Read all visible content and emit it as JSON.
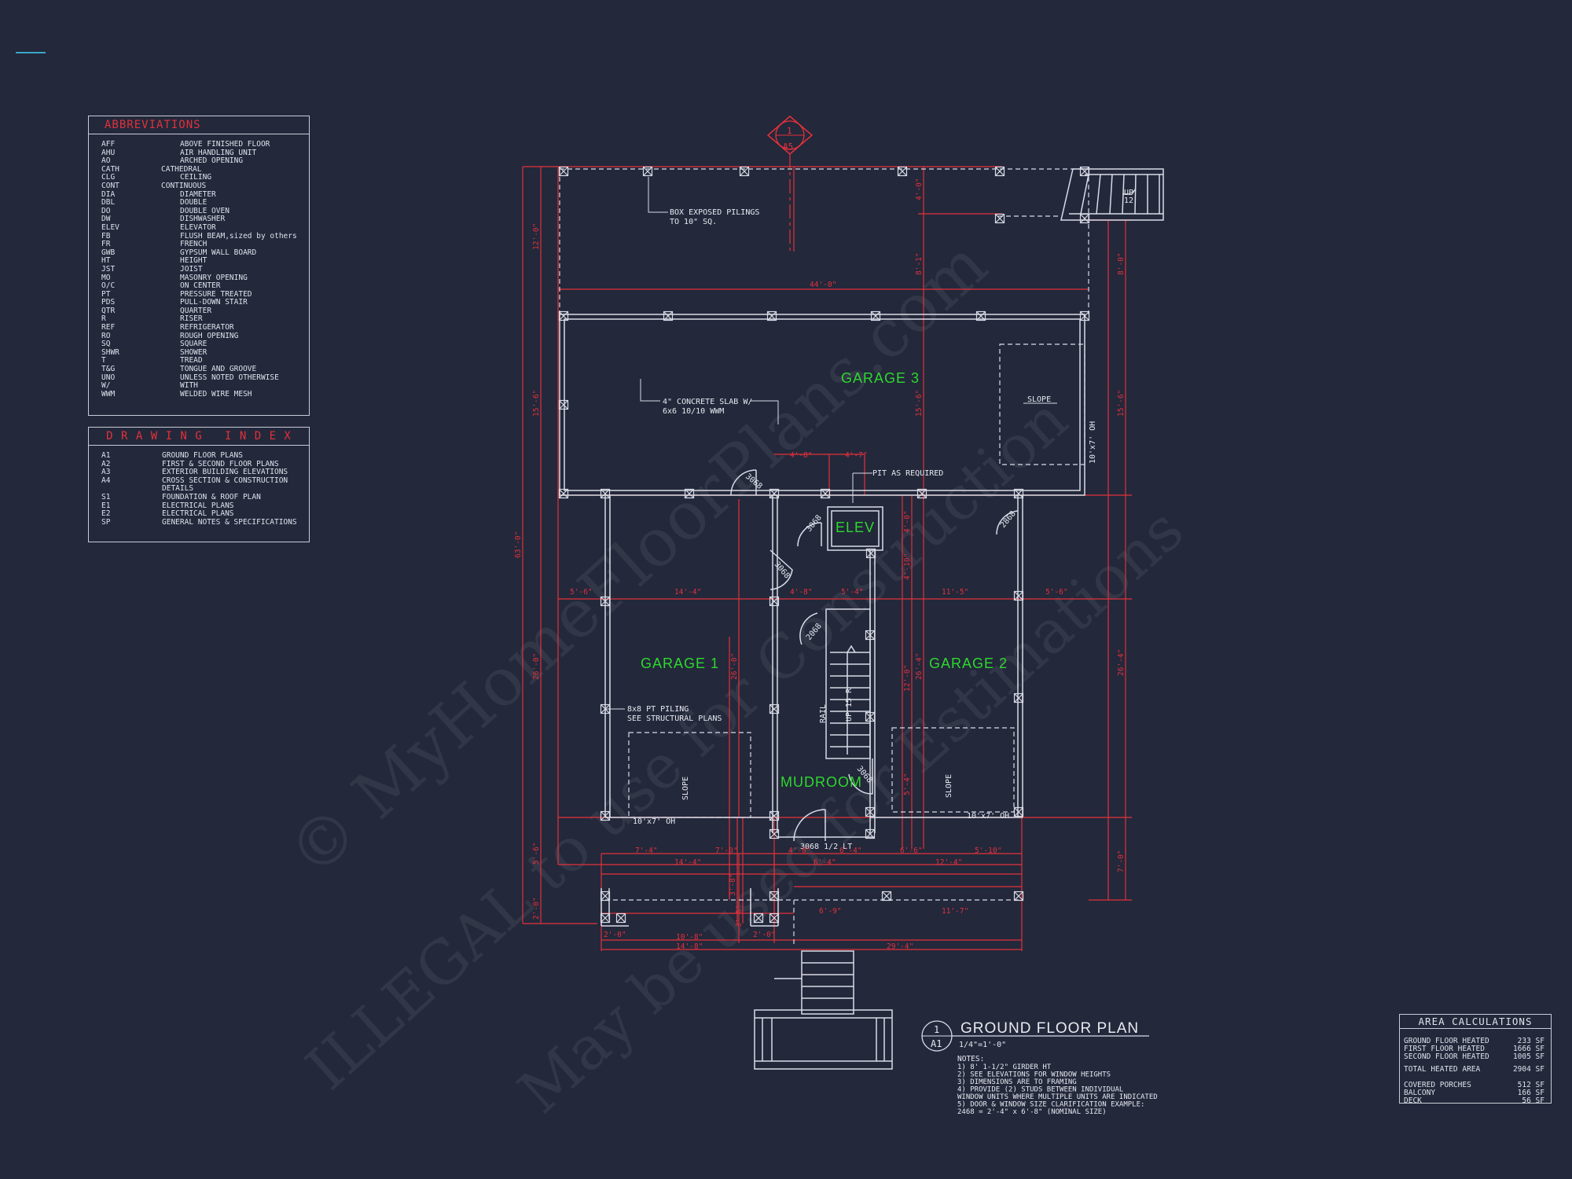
{
  "abbreviations": {
    "title": "ABBREVIATIONS",
    "items": [
      {
        "abbr": "AFF",
        "meaning": "ABOVE FINISHED FLOOR"
      },
      {
        "abbr": "AHU",
        "meaning": "AIR HANDLING UNIT"
      },
      {
        "abbr": "AO",
        "meaning": "ARCHED OPENING"
      },
      {
        "abbr": "CATH",
        "meaning": "CATHEDRAL"
      },
      {
        "abbr": "CLG",
        "meaning": "CEILING"
      },
      {
        "abbr": "CONT",
        "meaning": "CONTINUOUS"
      },
      {
        "abbr": "DIA",
        "meaning": "DIAMETER"
      },
      {
        "abbr": "DBL",
        "meaning": "DOUBLE"
      },
      {
        "abbr": "DO",
        "meaning": "DOUBLE OVEN"
      },
      {
        "abbr": "DW",
        "meaning": "DISHWASHER"
      },
      {
        "abbr": "ELEV",
        "meaning": "ELEVATOR"
      },
      {
        "abbr": "FB",
        "meaning": "FLUSH BEAM,sized by others"
      },
      {
        "abbr": "FR",
        "meaning": "FRENCH"
      },
      {
        "abbr": "GWB",
        "meaning": "GYPSUM WALL BOARD"
      },
      {
        "abbr": "HT",
        "meaning": "HEIGHT"
      },
      {
        "abbr": "JST",
        "meaning": "JOIST"
      },
      {
        "abbr": "MO",
        "meaning": "MASONRY OPENING"
      },
      {
        "abbr": "O/C",
        "meaning": "ON CENTER"
      },
      {
        "abbr": "PT",
        "meaning": "PRESSURE TREATED"
      },
      {
        "abbr": "PDS",
        "meaning": "PULL-DOWN STAIR"
      },
      {
        "abbr": "QTR",
        "meaning": "QUARTER"
      },
      {
        "abbr": "R",
        "meaning": "RISER"
      },
      {
        "abbr": "REF",
        "meaning": "REFRIGERATOR"
      },
      {
        "abbr": "RO",
        "meaning": "ROUGH OPENING"
      },
      {
        "abbr": "SQ",
        "meaning": "SQUARE"
      },
      {
        "abbr": "SHWR",
        "meaning": "SHOWER"
      },
      {
        "abbr": "T",
        "meaning": "TREAD"
      },
      {
        "abbr": "T&G",
        "meaning": "TONGUE AND GROOVE"
      },
      {
        "abbr": "UNO",
        "meaning": "UNLESS NOTED OTHERWISE"
      },
      {
        "abbr": "W/",
        "meaning": "WITH"
      },
      {
        "abbr": "WWM",
        "meaning": "WELDED WIRE MESH"
      }
    ]
  },
  "drawing_index": {
    "title": "D R A W I N G   I N D E X",
    "items": [
      {
        "code": "A1",
        "name": "GROUND FLOOR PLANS"
      },
      {
        "code": "A2",
        "name": "FIRST & SECOND FLOOR PLANS"
      },
      {
        "code": "A3",
        "name": "EXTERIOR BUILDING ELEVATIONS"
      },
      {
        "code": "A4",
        "name": "CROSS SECTION & CONSTRUCTION DETAILS"
      },
      {
        "code": "S1",
        "name": "FOUNDATION & ROOF PLAN"
      },
      {
        "code": "E1",
        "name": "ELECTRICAL PLANS"
      },
      {
        "code": "E2",
        "name": "ELECTRICAL PLANS"
      },
      {
        "code": "SP",
        "name": "GENERAL NOTES & SPECIFICATIONS"
      }
    ]
  },
  "plan": {
    "rooms": {
      "garage3": "GARAGE 3",
      "garage1": "GARAGE 1",
      "garage2": "GARAGE 2",
      "elev": "ELEV",
      "mudroom": "MUDROOM"
    },
    "notes": {
      "pilings": "BOX EXPOSED PILINGS",
      "pilings2": "TO 10\" SQ.",
      "slab": "4\" CONCRETE SLAB W/",
      "slab2": "6x6 10/10  WWM",
      "pit": "PIT AS REQUIRED",
      "piling8": "8x8 PT PILING",
      "piling8b": "SEE STRUCTURAL PLANS",
      "slope": "SLOPE",
      "oh1": "10'x7' OH",
      "oh2": "10'x7' OH",
      "oh3": "10'x7' OH",
      "door_main": "3068 1/2 LT",
      "door": "3068",
      "door2868": "2868",
      "door2068": "2068",
      "rail": "RAIL",
      "up": "UP",
      "up_risers": "UP 15 R",
      "up_12": "12"
    },
    "section_marker": {
      "num": "1",
      "sheet": "A5"
    },
    "dims": {
      "d44": "44'-0\"",
      "d63": "63'-0\"",
      "d12": "12'-0\"",
      "d15a": "15'-6\"",
      "d15b": "15'-6\"",
      "d15c": "15'-6\"",
      "d8": "8'-1\"",
      "d8b": "8'-0\"",
      "d26a": "26'-0\"",
      "d26b": "26'-0\"",
      "d26c": "26'-4\"",
      "d14a": "14'-4\"",
      "d14b": "14'-4\"",
      "d14c": "14'-8\"",
      "d11": "11'-5\"",
      "d11b": "11'-7\"",
      "d12b": "12'-4\"",
      "d12c": "12'-0\"",
      "d7a": "7'-4\"",
      "d7b": "7'-0\"",
      "d7c": "7'-0\"",
      "d4a": "4'-8\"",
      "d4b": "4'-7\"",
      "d4c": "4'-0\"",
      "d4d": "4'-10\"",
      "d5a": "5'-6\"",
      "d5b": "5'-4\"",
      "d5c": "5'-10\"",
      "d6a": "6'-4\"",
      "d6b": "6'-6\"",
      "d6c": "6'-9\"",
      "d29": "29'-4\"",
      "d10": "10'-8\"",
      "d2a": "2'-0\"",
      "d2b": "2'-0\"",
      "d3a": "3'-8\"",
      "d3b": "3'-8\""
    }
  },
  "title_block": {
    "num": "1",
    "sheet": "A1",
    "title": "GROUND FLOOR PLAN",
    "scale": "1/4\"=1'-0\"",
    "notes_label": "NOTES:",
    "notes": [
      "1) 8' 1-1/2\" GIRDER HT",
      "2) SEE ELEVATIONS FOR WINDOW HEIGHTS",
      "3) DIMENSIONS ARE TO FRAMING",
      "4) PROVIDE (2) STUDS BETWEEN INDIVIDUAL",
      "WINDOW UNITS WHERE MULTIPLE UNITS ARE INDICATED",
      "5) DOOR & WINDOW SIZE CLARIFICATION EXAMPLE:",
      "    2468 = 2'-4\" x 6'-8\" (NOMINAL SIZE)"
    ]
  },
  "area_calculations": {
    "title": "AREA CALCULATIONS",
    "rows": [
      {
        "label": "GROUND FLOOR HEATED",
        "value": "233  SF"
      },
      {
        "label": "FIRST FLOOR HEATED",
        "value": "1666  SF"
      },
      {
        "label": "SECOND FLOOR HEATED",
        "value": "1005  SF"
      }
    ],
    "total": {
      "label": "TOTAL HEATED AREA",
      "value": "2904  SF"
    },
    "extra": [
      {
        "label": "COVERED PORCHES",
        "value": "512  SF"
      },
      {
        "label": "BALCONY",
        "value": "166  SF"
      },
      {
        "label": "DECK",
        "value": "56  SF"
      }
    ]
  },
  "watermark": {
    "line1": "© MyHomeFloorPlans.com",
    "line2": "ILLEGAL to use for Construction",
    "line3": "May be used for Estimations"
  },
  "colors": {
    "background": "#23283b",
    "dimension": "#e3313a",
    "room_label": "#2ed82e",
    "line": "#d9dce6"
  }
}
